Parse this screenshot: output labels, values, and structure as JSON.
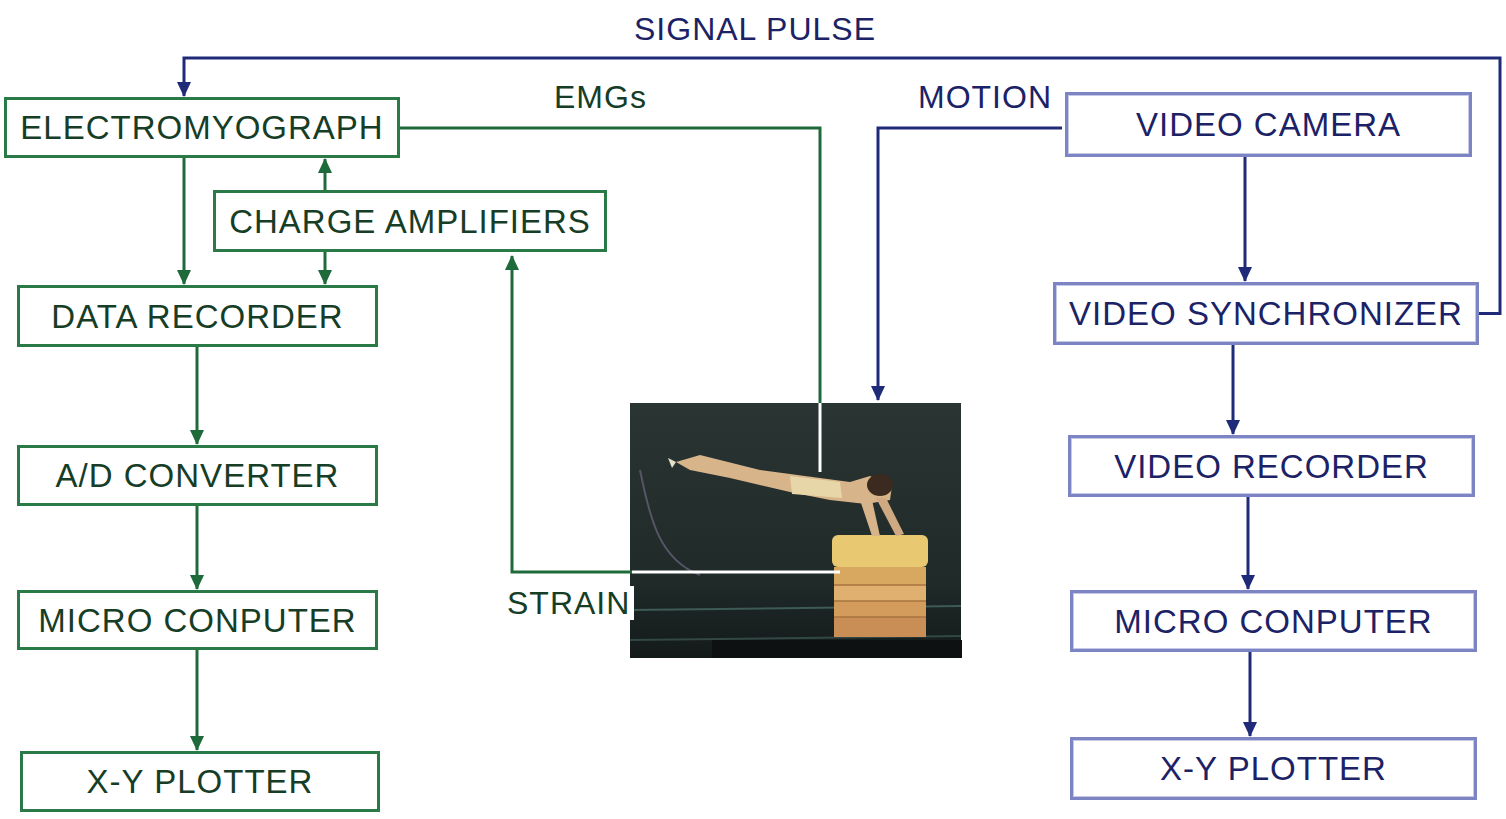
{
  "diagram": {
    "nodes": [
      {
        "text": [
          "ELECTROMYOGRAPH"
        ]
      },
      {
        "text": [
          "CHARGE AMPLIFIERS"
        ]
      },
      {
        "text": [
          "DATA RECORDER"
        ]
      },
      {
        "text": [
          "A/D CONVERTER"
        ]
      },
      {
        "text": [
          "MICRO CONPUTER"
        ]
      },
      {
        "text": [
          "X-Y PLOTTER"
        ]
      },
      {
        "text": [
          "VIDEO CAMERA"
        ]
      },
      {
        "text": [
          "VIDEO SYNCHRONIZER"
        ]
      },
      {
        "text": [
          "VIDEO RECORDER"
        ]
      },
      {
        "text": [
          "MICRO CONPUTER"
        ]
      },
      {
        "text": [
          "X-Y PLOTTER"
        ]
      }
    ],
    "edges": [
      {
        "from": 7,
        "to": 0,
        "label": "SIGNAL PULSE",
        "arrow": "to"
      },
      {
        "from": 0,
        "to": 2,
        "arrow": "to"
      },
      {
        "from": 1,
        "to": 0,
        "arrow": "to"
      },
      {
        "from": 1,
        "to": 2,
        "arrow": "to"
      },
      {
        "from": 2,
        "to": 3,
        "arrow": "to"
      },
      {
        "from": 3,
        "to": 4,
        "arrow": "to"
      },
      {
        "from": 4,
        "to": 5,
        "arrow": "to"
      },
      {
        "from": 6,
        "to": 7,
        "arrow": "to"
      },
      {
        "from": 7,
        "to": 8,
        "arrow": "to"
      },
      {
        "from": 8,
        "to": 9,
        "arrow": "to"
      },
      {
        "from": 9,
        "to": 10,
        "arrow": "to"
      }
    ],
    "labels": [
      "EMGs",
      "MOTION",
      "STRAIN"
    ]
  }
}
